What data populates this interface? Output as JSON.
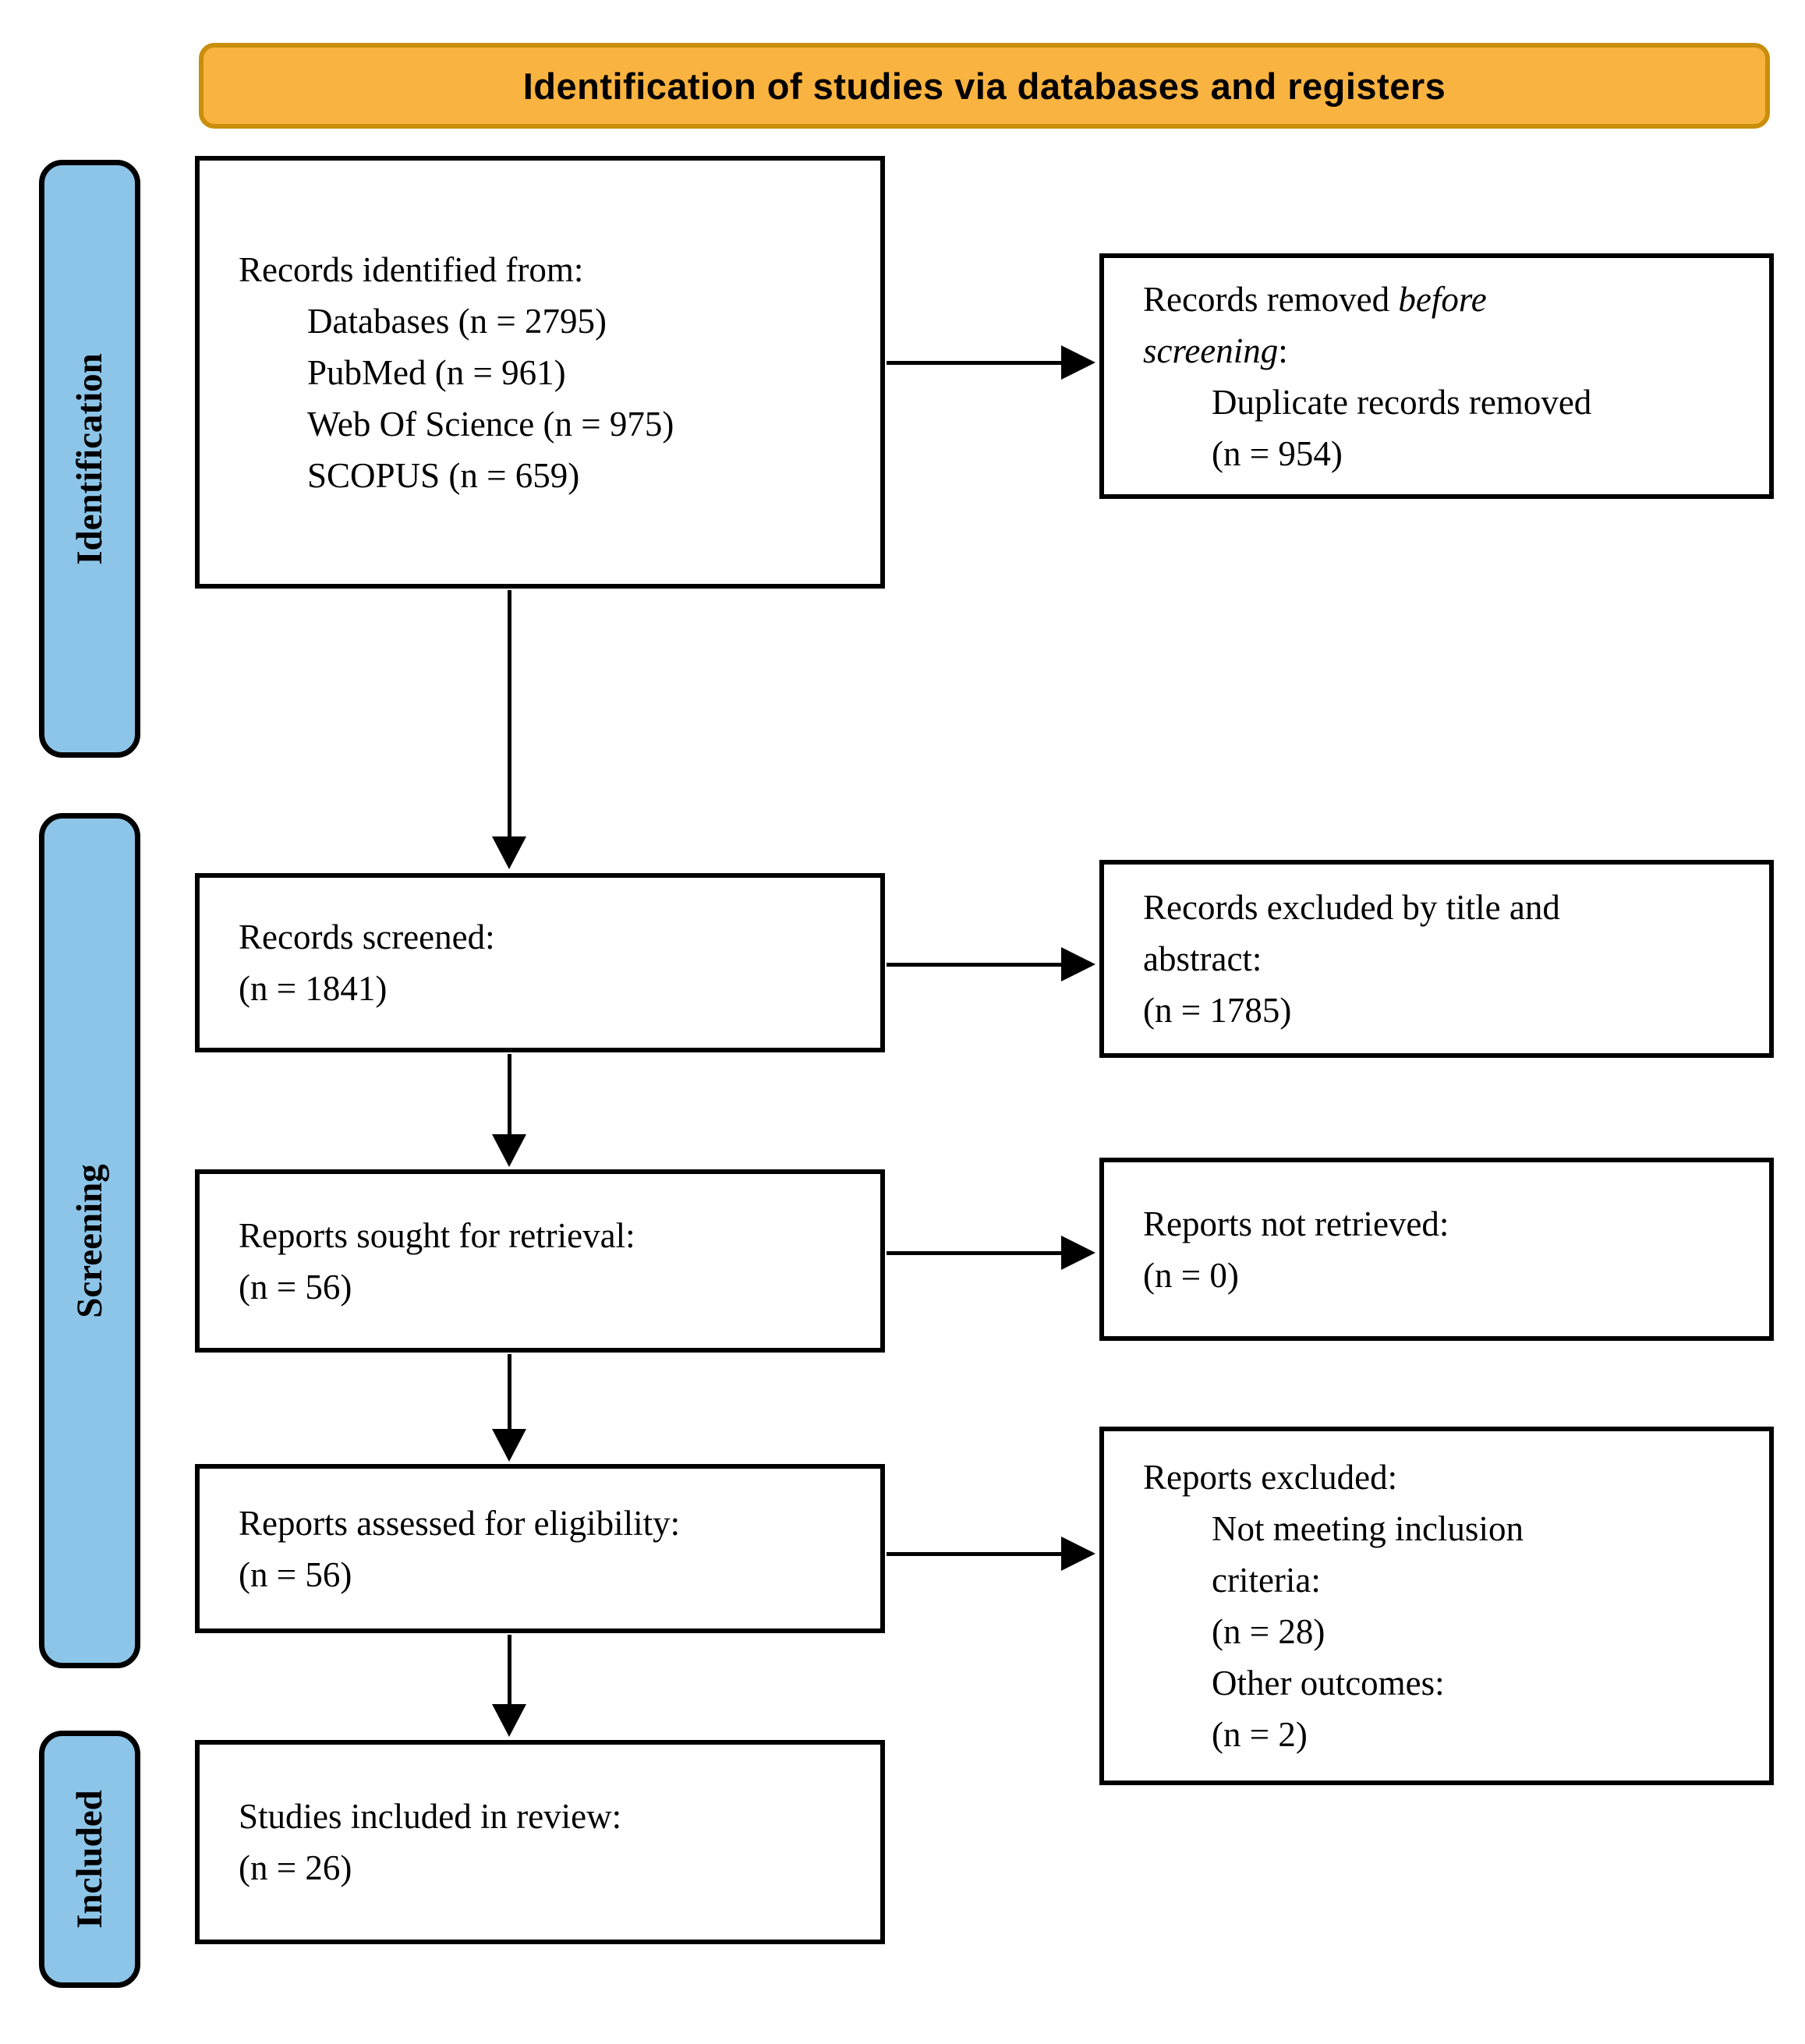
{
  "colors": {
    "banner_fill": "#F9B340",
    "banner_border": "#C98E0B",
    "stage_fill": "#8CC5E8"
  },
  "banner": {
    "title": "Identification of studies via databases and registers"
  },
  "stages": [
    {
      "label": "Identification"
    },
    {
      "label": "Screening"
    },
    {
      "label": "Included"
    }
  ],
  "boxes": {
    "records_identified": {
      "lines": [
        {
          "indent": false,
          "segments": [
            {
              "t": "Records identified from:",
              "i": false
            }
          ]
        },
        {
          "indent": true,
          "segments": [
            {
              "t": "Databases (n = 2795)",
              "i": false
            }
          ]
        },
        {
          "indent": true,
          "segments": [
            {
              "t": "PubMed (n = 961)",
              "i": false
            }
          ]
        },
        {
          "indent": true,
          "segments": [
            {
              "t": "Web Of Science (n = 975)",
              "i": false
            }
          ]
        },
        {
          "indent": true,
          "segments": [
            {
              "t": "SCOPUS (n = 659)",
              "i": false
            }
          ]
        }
      ]
    },
    "records_removed": {
      "lines": [
        {
          "indent": false,
          "segments": [
            {
              "t": "Records removed ",
              "i": false
            },
            {
              "t": "before",
              "i": true
            }
          ]
        },
        {
          "indent": false,
          "segments": [
            {
              "t": "screening",
              "i": true
            },
            {
              "t": ":",
              "i": false
            }
          ]
        },
        {
          "indent": true,
          "segments": [
            {
              "t": "Duplicate records removed",
              "i": false
            }
          ]
        },
        {
          "indent": true,
          "segments": [
            {
              "t": "(n = 954)",
              "i": false
            }
          ]
        }
      ]
    },
    "records_screened": {
      "lines": [
        {
          "indent": false,
          "segments": [
            {
              "t": "Records screened:",
              "i": false
            }
          ]
        },
        {
          "indent": false,
          "segments": [
            {
              "t": "(n = 1841)",
              "i": false
            }
          ]
        }
      ]
    },
    "records_excluded": {
      "lines": [
        {
          "indent": false,
          "segments": [
            {
              "t": "Records excluded by title and",
              "i": false
            }
          ]
        },
        {
          "indent": false,
          "segments": [
            {
              "t": "abstract:",
              "i": false
            }
          ]
        },
        {
          "indent": false,
          "segments": [
            {
              "t": "(n = 1785)",
              "i": false
            }
          ]
        }
      ]
    },
    "reports_sought": {
      "lines": [
        {
          "indent": false,
          "segments": [
            {
              "t": "Reports sought for retrieval:",
              "i": false
            }
          ]
        },
        {
          "indent": false,
          "segments": [
            {
              "t": "(n = 56)",
              "i": false
            }
          ]
        }
      ]
    },
    "reports_not_retrieved": {
      "lines": [
        {
          "indent": false,
          "segments": [
            {
              "t": "Reports not retrieved:",
              "i": false
            }
          ]
        },
        {
          "indent": false,
          "segments": [
            {
              "t": "(n = 0)",
              "i": false
            }
          ]
        }
      ]
    },
    "reports_assessed": {
      "lines": [
        {
          "indent": false,
          "segments": [
            {
              "t": "Reports assessed for eligibility:",
              "i": false
            }
          ]
        },
        {
          "indent": false,
          "segments": [
            {
              "t": "(n = 56)",
              "i": false
            }
          ]
        }
      ]
    },
    "reports_excluded": {
      "lines": [
        {
          "indent": false,
          "segments": [
            {
              "t": "Reports excluded:",
              "i": false
            }
          ]
        },
        {
          "indent": true,
          "segments": [
            {
              "t": "Not meeting inclusion",
              "i": false
            }
          ]
        },
        {
          "indent": true,
          "segments": [
            {
              "t": "criteria:",
              "i": false
            }
          ]
        },
        {
          "indent": true,
          "segments": [
            {
              "t": "(n = 28)",
              "i": false
            }
          ]
        },
        {
          "indent": true,
          "segments": [
            {
              "t": "Other outcomes:",
              "i": false
            }
          ]
        },
        {
          "indent": true,
          "segments": [
            {
              "t": "(n = 2)",
              "i": false
            }
          ]
        }
      ]
    },
    "studies_included": {
      "lines": [
        {
          "indent": false,
          "segments": [
            {
              "t": "Studies included in review:",
              "i": false
            }
          ]
        },
        {
          "indent": false,
          "segments": [
            {
              "t": "(n = 26)",
              "i": false
            }
          ]
        }
      ]
    }
  }
}
